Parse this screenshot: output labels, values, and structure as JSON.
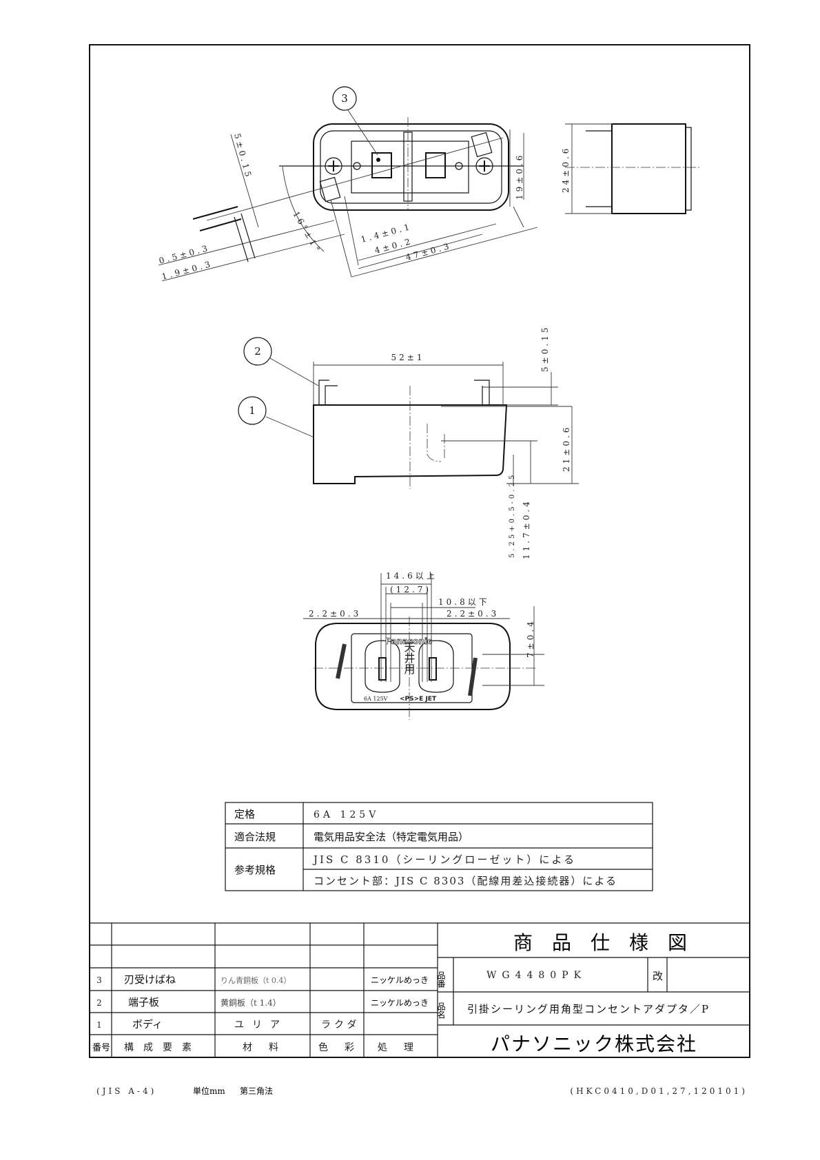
{
  "drawing": {
    "balloons": [
      "3",
      "2",
      "1"
    ],
    "top_view_dims": [
      "5±0.15",
      "0.5±0.3",
      "1.9±0.3",
      "16°±1°",
      "1.4±0.1",
      "4±0.2",
      "47±0.3",
      "19±0.6"
    ],
    "end_view_dims": [
      "24±0.6"
    ],
    "side_view_dims": [
      "52±1",
      "5±0.15",
      "21±0.6",
      "5.25+0.5-0.25",
      "11.7±0.4"
    ],
    "front_view_dims": [
      "14.6以上",
      "(12.7)",
      "10.8以下",
      "2.2±0.3",
      "2.2±0.3",
      "7±0.4"
    ],
    "front_markings": {
      "brand": "Panasonic",
      "ceiling": "天井用",
      "rating": "6A 125V",
      "marks": "<PS>E JET"
    }
  },
  "spec_table": {
    "rows": [
      {
        "label": "定格",
        "value": "6A 125V"
      },
      {
        "label": "適合法規",
        "value": "電気用品安全法（特定電気用品）"
      },
      {
        "label": "参考規格",
        "value": "JIS C 8310（シーリングローゼット）による",
        "value2": "コンセント部：JIS C 8303（配線用差込接続器）による"
      }
    ]
  },
  "parts_table": {
    "headers": [
      "番号",
      "構成要素",
      "材料",
      "色彩",
      "処理"
    ],
    "rows": [
      {
        "no": "3",
        "part": "刃受けばね",
        "material": "りん青銅板（t 0.4）",
        "color": "",
        "finish": "ニッケルめっき"
      },
      {
        "no": "2",
        "part": "端子板",
        "material": "黄銅板（t 1.4）",
        "color": "",
        "finish": "ニッケルめっき"
      },
      {
        "no": "1",
        "part": "ボディ",
        "material": "ユリア",
        "color": "ラクダ",
        "finish": ""
      }
    ]
  },
  "title_block": {
    "title": "商品仕様図",
    "part_no_label": "品番",
    "part_no": "WG4480PK",
    "rev_label": "改",
    "name_label": "品名",
    "name": "引掛シーリング用角型コンセントアダプタ／P",
    "company": "パナソニック株式会社"
  },
  "footer": {
    "left": "(JIS A-4)",
    "unit": "単位mm",
    "projection": "第三角法",
    "right": "(HKC0410,D01,27,120101)"
  }
}
